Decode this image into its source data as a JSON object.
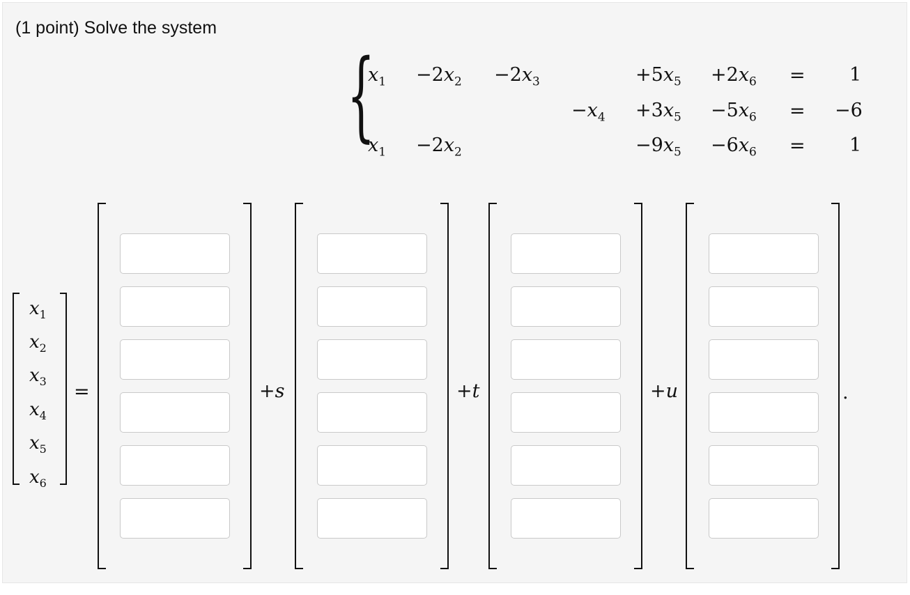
{
  "problem": {
    "prompt": "(1 point) Solve the system"
  },
  "system": {
    "rows": [
      {
        "terms": [
          "x1",
          "−2x2",
          "−2x3",
          "",
          "+5x5",
          "+2x6"
        ],
        "eq": "=",
        "rhs": "1"
      },
      {
        "terms": [
          "",
          "",
          "",
          "−x4",
          "+3x5",
          "−5x6"
        ],
        "eq": "=",
        "rhs": "−6"
      },
      {
        "terms": [
          "x1",
          "−2x2",
          "",
          "",
          "−9x5",
          "−6x6"
        ],
        "eq": "=",
        "rhs": "1"
      }
    ]
  },
  "solution": {
    "variables": [
      "x1",
      "x2",
      "x3",
      "x4",
      "x5",
      "x6"
    ],
    "equals": "=",
    "params": [
      "+s",
      "+t",
      "+u"
    ],
    "end_period": ".",
    "vectors": [
      {
        "label": "particular",
        "entries": [
          "",
          "",
          "",
          "",
          "",
          ""
        ]
      },
      {
        "label": "s",
        "entries": [
          "",
          "",
          "",
          "",
          "",
          ""
        ]
      },
      {
        "label": "t",
        "entries": [
          "",
          "",
          "",
          "",
          "",
          ""
        ]
      },
      {
        "label": "u",
        "entries": [
          "",
          "",
          "",
          "",
          "",
          ""
        ]
      }
    ]
  }
}
